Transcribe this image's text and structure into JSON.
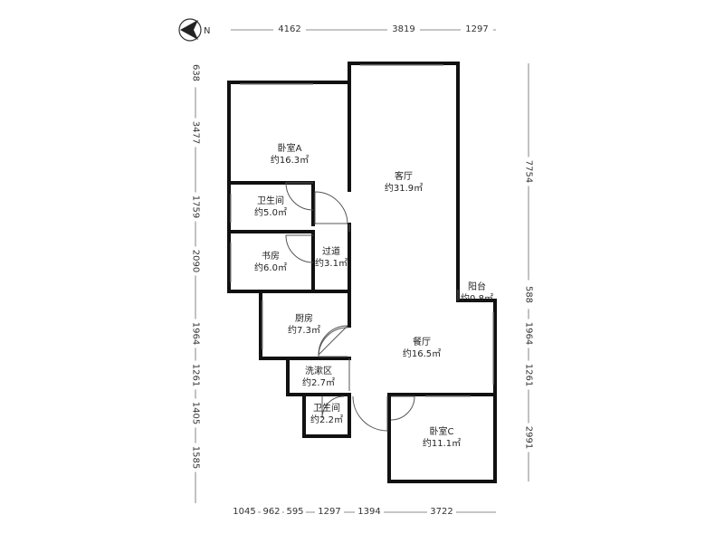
{
  "compass": {
    "label": "N"
  },
  "rooms": {
    "bedroom_a": {
      "name": "卧室A",
      "area": "约16.3㎡"
    },
    "living": {
      "name": "客厅",
      "area": "约31.9㎡"
    },
    "bath1": {
      "name": "卫生间",
      "area": "约5.0㎡"
    },
    "study": {
      "name": "书房",
      "area": "约6.0㎡"
    },
    "hall": {
      "name": "过道",
      "area": "约3.1㎡"
    },
    "balcony": {
      "name": "阳台",
      "area": "约0.8㎡"
    },
    "kitchen": {
      "name": "厨房",
      "area": "约7.3㎡"
    },
    "dining": {
      "name": "餐厅",
      "area": "约16.5㎡"
    },
    "wash": {
      "name": "洗漱区",
      "area": "约2.7㎡"
    },
    "bath2": {
      "name": "卫生间",
      "area": "约2.2㎡"
    },
    "bedroom_c": {
      "name": "卧室C",
      "area": "约11.1㎡"
    }
  },
  "dims": {
    "top": [
      "4162",
      "3819",
      "1297"
    ],
    "bottom": [
      "1045",
      "962",
      "595",
      "1297",
      "1394",
      "3722"
    ],
    "left": [
      "638",
      "3477",
      "1759",
      "2090",
      "1964",
      "1261",
      "1405",
      "1585"
    ],
    "right": [
      "7754",
      "588",
      "1964",
      "1261",
      "2991"
    ]
  }
}
